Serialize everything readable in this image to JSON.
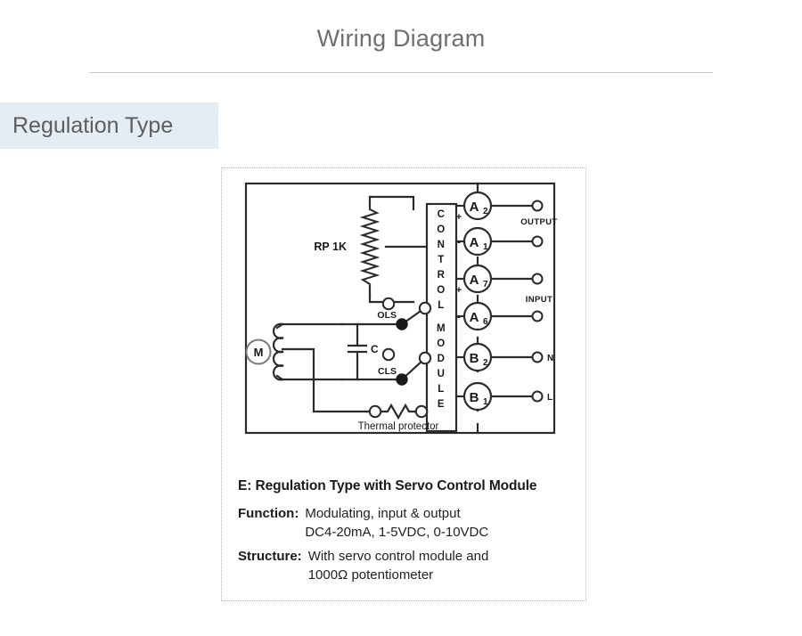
{
  "page": {
    "title": "Wiring Diagram"
  },
  "section": {
    "label": "Regulation Type",
    "banner_color": "#e3edf3",
    "title_color": "#6f6f6f"
  },
  "diagram": {
    "caption_heading": "E: Regulation Type with Servo Control Module",
    "specs": [
      {
        "label": "Function:",
        "lines": [
          "Modulating, input & output",
          "DC4-20mA, 1-5VDC, 0-10VDC"
        ]
      },
      {
        "label": "Structure:",
        "lines": [
          "With servo control module and",
          "1000Ω potentiometer"
        ]
      }
    ],
    "control_module": {
      "word_top": "CONTROL",
      "word_bottom": "MODULE",
      "letters_top": [
        "C",
        "O",
        "N",
        "T",
        "R",
        "O",
        "L"
      ],
      "letters_bottom": [
        "M",
        "O",
        "D",
        "U",
        "L",
        "E"
      ]
    },
    "terminals": [
      {
        "id": "A2",
        "base": "A",
        "sub": "2",
        "polarity": "+",
        "group": "OUTPUT"
      },
      {
        "id": "A1",
        "base": "A",
        "sub": "1",
        "polarity": "-",
        "group": "OUTPUT"
      },
      {
        "id": "A7",
        "base": "A",
        "sub": "7",
        "polarity": "+",
        "group": "INPUT"
      },
      {
        "id": "A6",
        "base": "A",
        "sub": "6",
        "polarity": "-",
        "group": "INPUT"
      },
      {
        "id": "B2",
        "base": "B",
        "sub": "2",
        "polarity": "",
        "group": "N"
      },
      {
        "id": "B1",
        "base": "B",
        "sub": "1",
        "polarity": "",
        "group": "L"
      }
    ],
    "group_labels": {
      "output": "OUTPUT",
      "input": "INPUT",
      "neutral": "N",
      "line": "L"
    },
    "components": {
      "potentiometer": "RP 1K",
      "motor": "M",
      "capacitor": "C",
      "open_limit_switch": "OLS",
      "close_limit_switch": "CLS",
      "thermal_protector": "Thermal protector"
    },
    "border_color": "#b9b9b9",
    "line_color": "#2b2b2b"
  }
}
